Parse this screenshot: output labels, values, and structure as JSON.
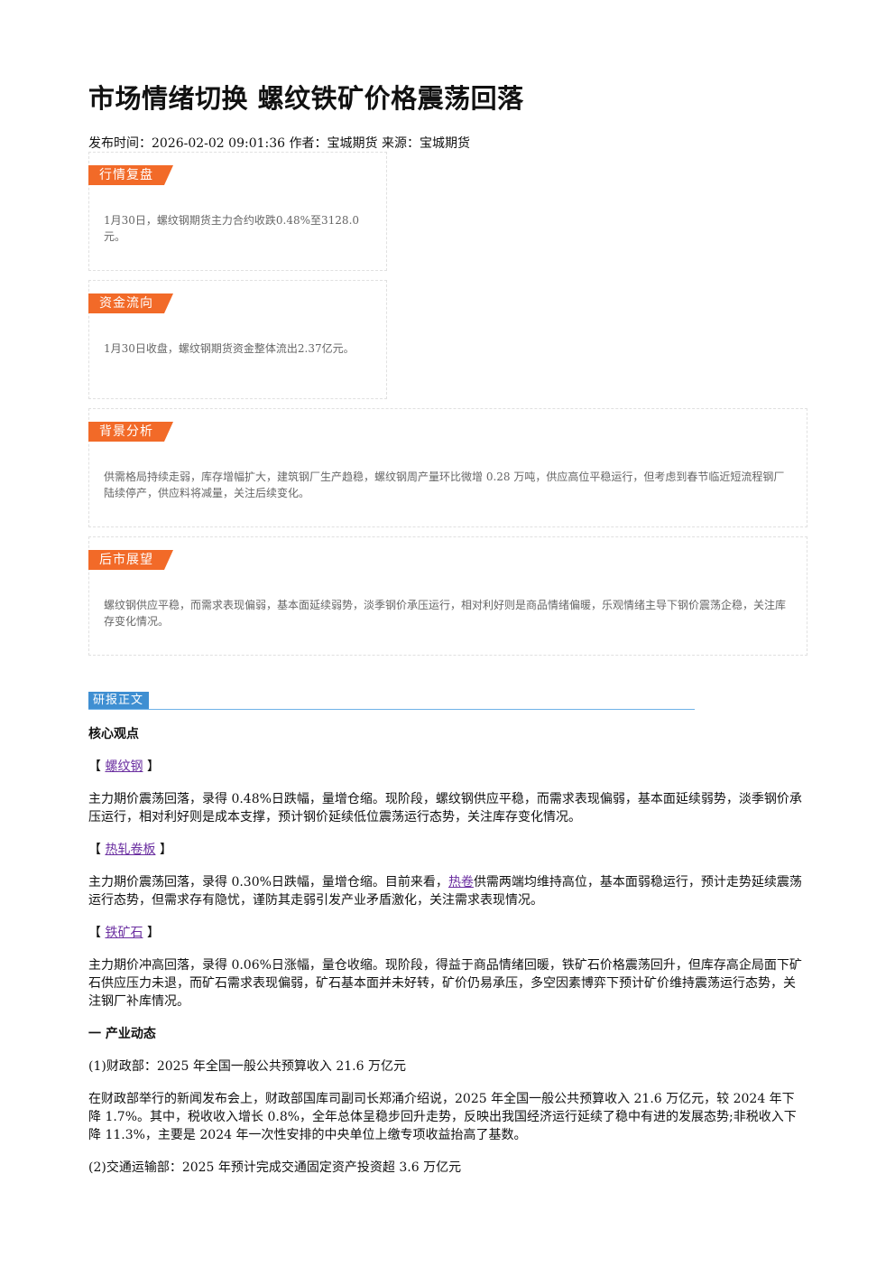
{
  "article": {
    "title": "市场情绪切换 螺纹铁矿价格震荡回落",
    "meta": "发布时间：2026-02-02 09:01:36 作者：宝城期货 来源：宝城期货"
  },
  "cards": [
    {
      "tag": "行情复盘",
      "body": "1月30日，螺纹钢期货主力合约收跌0.48%至3128.0元。"
    },
    {
      "tag": "资金流向",
      "body": "1月30日收盘，螺纹钢期货资金整体流出2.37亿元。"
    },
    {
      "tag": "背景分析",
      "body": "供需格局持续走弱，库存增幅扩大，建筑钢厂生产趋稳，螺纹钢周产量环比微增 0.28 万吨，供应高位平稳运行，但考虑到春节临近短流程钢厂陆续停产，供应料将减量，关注后续变化。"
    },
    {
      "tag": "后市展望",
      "body": "螺纹钢供应平稳，而需求表现偏弱，基本面延续弱势，淡季钢价承压运行，相对利好则是商品情绪偏暖，乐观情绪主导下钢价震荡企稳，关注库存变化情况。"
    }
  ],
  "report": {
    "section_label": "研报正文",
    "core_heading": "核心观点",
    "bracket_open": "【",
    "bracket_close": "】",
    "rebar": {
      "link": "螺纹钢",
      "text": "主力期价震荡回落，录得 0.48%日跌幅，量增仓缩。现阶段，螺纹钢供应平稳，而需求表现偏弱，基本面延续弱势，淡季钢价承压运行，相对利好则是成本支撑，预计钢价延续低位震荡运行态势，关注库存变化情况。"
    },
    "hrc": {
      "link": "热轧卷板",
      "text_before": "主力期价震荡回落，录得 0.30%日跌幅，量增仓缩。目前来看，",
      "inline_link": "热卷",
      "text_after": "供需两端均维持高位，基本面弱稳运行，预计走势延续震荡运行态势，但需求存有隐忧，谨防其走弱引发产业矛盾激化，关注需求表现情况。"
    },
    "ore": {
      "link": "铁矿石",
      "text": "主力期价冲高回落，录得 0.06%日涨幅，量仓收缩。现阶段，得益于商品情绪回暖，铁矿石价格震荡回升，但库存高企局面下矿石供应压力未退，而矿石需求表现偏弱，矿石基本面并未好转，矿价仍易承压，多空因素博弈下预计矿价维持震荡运行态势，关注钢厂补库情况。"
    },
    "industry_heading": "一 产业动态",
    "item1_title": "(1)财政部：2025 年全国一般公共预算收入 21.6 万亿元",
    "item1_text": "在财政部举行的新闻发布会上，财政部国库司副司长郑涌介绍说，2025 年全国一般公共预算收入 21.6 万亿元，较 2024 年下降 1.7%。其中，税收收入增长 0.8%，全年总体呈稳步回升走势，反映出我国经济运行延续了稳中有进的发展态势;非税收入下降 11.3%，主要是 2024 年一次性安排的中央单位上缴专项收益抬高了基数。",
    "item2_title": "(2)交通运输部：2025 年预计完成交通固定资产投资超 3.6 万亿元"
  },
  "colors": {
    "tag_orange": "#f26a28",
    "section_blue": "#3f8fd2",
    "link_purple": "#6a2ea0"
  }
}
